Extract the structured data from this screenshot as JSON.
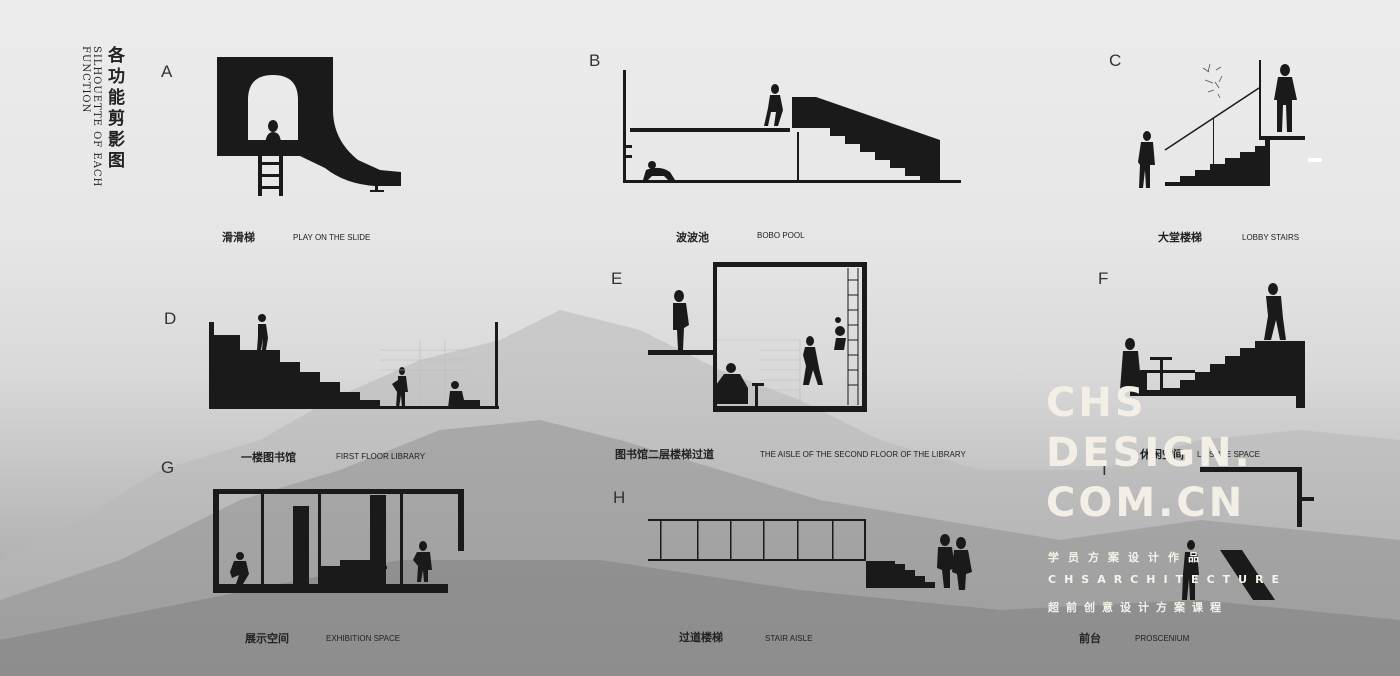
{
  "title": {
    "zh": "各功能剪影图",
    "en": "SILHOUETTE OF EACH FUNCTION"
  },
  "panels": [
    {
      "letter": "A",
      "zh": "滑滑梯",
      "en": "PLAY ON THE SLIDE"
    },
    {
      "letter": "B",
      "zh": "波波池",
      "en": "BOBO POOL"
    },
    {
      "letter": "C",
      "zh": "大堂楼梯",
      "en": "LOBBY STAIRS"
    },
    {
      "letter": "D",
      "zh": "一楼图书馆",
      "en": "FIRST FLOOR LIBRARY"
    },
    {
      "letter": "E",
      "zh": "图书馆二层楼梯过道",
      "en": "THE AISLE OF THE SECOND FLOOR OF THE LIBRARY"
    },
    {
      "letter": "F",
      "zh": "休闲空间",
      "en": "LEISURE SPACE"
    },
    {
      "letter": "G",
      "zh": "展示空间",
      "en": "EXHIBITION SPACE"
    },
    {
      "letter": "H",
      "zh": "过道楼梯",
      "en": "STAIR AISLE"
    },
    {
      "letter": "I",
      "zh": "前台",
      "en": "PROSCENIUM"
    }
  ],
  "watermark": {
    "line1": "CHS",
    "line2": "DESIGN.",
    "line3": "COM.CN",
    "sub1": "学员方案设计作品",
    "sub2": "CHSARCHITECTURE",
    "sub3": "超前创意设计方案课程"
  },
  "colors": {
    "ink": "#1a1a1a",
    "watermark": "#f4efe6"
  }
}
